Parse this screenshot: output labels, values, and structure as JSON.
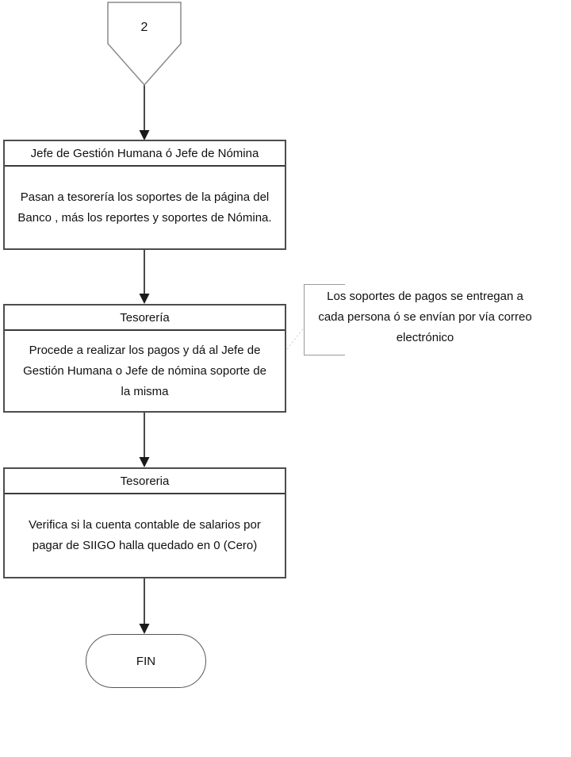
{
  "page": {
    "background": "#ffffff"
  },
  "colors": {
    "box_border": "#4d4d4d",
    "divider": "#3a3a3a",
    "connector_border": "#8a8a8a",
    "bracket": "#999999",
    "arrow": "#1a1a1a",
    "leader_line": "#c9c9c9",
    "text": "#111111"
  },
  "flowchart": {
    "offpage_connector": {
      "label": "2"
    },
    "steps": [
      {
        "header": "Jefe de Gestión Humana ó Jefe de Nómina",
        "body": "Pasan a tesorería los soportes de la página del Banco , más los reportes y soportes de Nómina."
      },
      {
        "header": "Tesorería",
        "body": "Procede a realizar los pagos y dá al Jefe de Gestión Humana o Jefe de nómina soporte de la misma"
      },
      {
        "header": "Tesoreria",
        "body": "Verifica si la cuenta contable de salarios por pagar de SIIGO halla quedado en 0 (Cero)"
      }
    ],
    "annotation": {
      "text": "Los soportes de pagos se entregan a cada persona ó se envían por vía correo electrónico"
    },
    "terminator": {
      "label": "FIN"
    }
  }
}
